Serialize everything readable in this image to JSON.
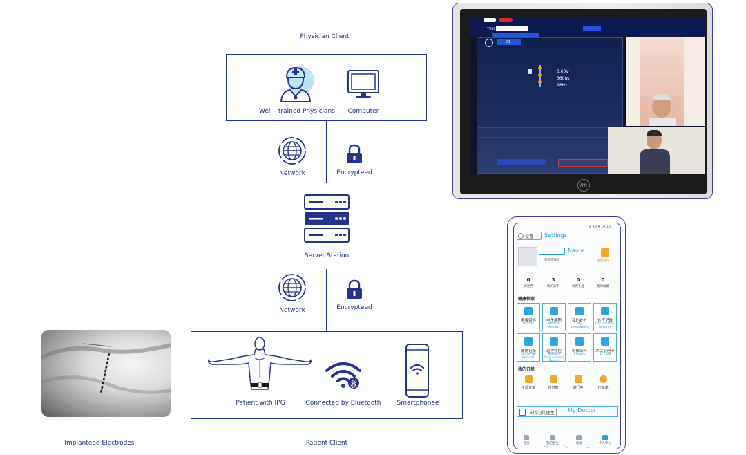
{
  "labels": {
    "physician_client": "Physician Client",
    "physicians": "Well - trained Physicians",
    "computer": "Computer",
    "network": "Network",
    "encrypted": "Encrypteed",
    "server_station": "Server Station",
    "patient_ipg": "Patient with IPG",
    "bluetooth": "Connected by Bluetooth",
    "smartphone": "Smartphonee",
    "patient_client": "Patient Client",
    "implanted_electrodes": "Implanteed Electrodes"
  },
  "laptop_screen": {
    "param_voltage": "0.60V",
    "param_pulse": "360us",
    "param_freq": "28Hz",
    "id": "T962",
    "tab": "G1",
    "brand": "hp"
  },
  "phone": {
    "status_right": "⊕ 40 ▾ 14:16",
    "header_cn": "设置",
    "header_en": "Settings",
    "name_label": "Name",
    "wechat": "未绑定微信",
    "invite": "邀请有礼",
    "stats": [
      {
        "value": "0",
        "label": "优惠券"
      },
      {
        "value": "3",
        "label": "我的病例"
      },
      {
        "value": "0",
        "label": "优惠礼品"
      },
      {
        "value": "0",
        "label": "我的收藏"
      }
    ],
    "section_records": "健康档案",
    "tiles": [
      {
        "cn": "患者资料",
        "en": "Profiles"
      },
      {
        "cn": "电子病历",
        "en": "Medical Record"
      },
      {
        "cn": "我的处方",
        "en": "My prescription"
      },
      {
        "cn": "诊疗记录",
        "en": "Consultation Records"
      },
      {
        "cn": "随访记录",
        "en": "Follow-up Records"
      },
      {
        "cn": "远程程控",
        "en": "Remote Programming Report"
      },
      {
        "cn": "影像资料",
        "en": "Images"
      },
      {
        "cn": "术后识别卡",
        "en": "ID Card"
      }
    ],
    "section_orders": "我的订单",
    "orders": [
      "全部订单",
      "待付款",
      "进行中",
      "已完成"
    ],
    "my_doctor_cn": "刘诊过的医生",
    "my_doctor_en": "My Doctor",
    "nav": [
      "首页",
      "我的医生",
      "消息",
      "个人中心"
    ]
  }
}
